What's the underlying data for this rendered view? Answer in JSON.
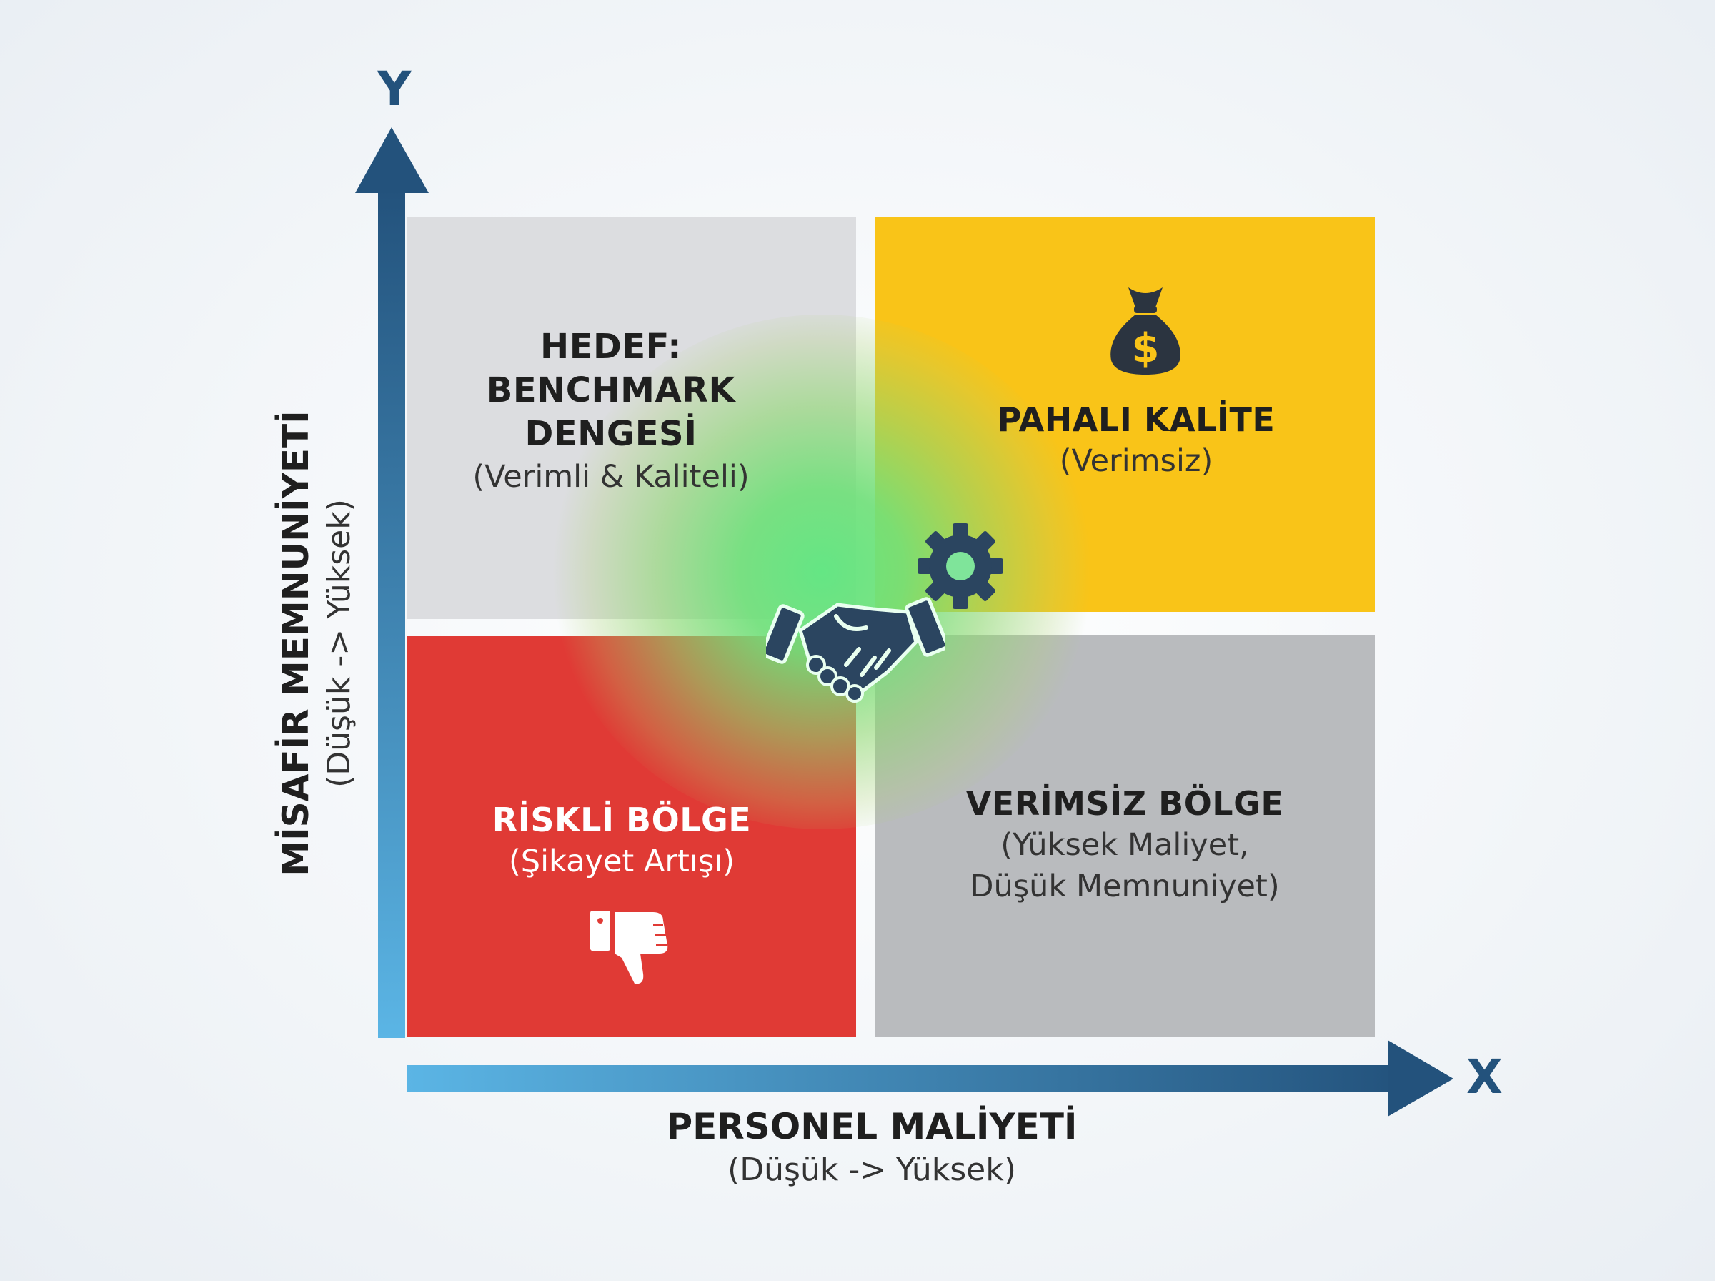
{
  "axes": {
    "y_letter": "Y",
    "x_letter": "X",
    "y_title": "MİSAFİR MEMNUNİYETİ",
    "y_subtitle": "(Düşük -> Yüksek)",
    "x_title": "PERSONEL MALİYETİ",
    "x_subtitle": "(Düşük -> Yüksek)"
  },
  "quadrants": {
    "top_left": {
      "title_line1": "HEDEF:",
      "title_line2": "BENCHMARK",
      "title_line3": "DENGESİ",
      "subtitle": "(Verimli & Kaliteli)",
      "color": "#dcdde0"
    },
    "top_right": {
      "title": "PAHALI KALİTE",
      "subtitle": "(Verimsiz)",
      "color": "#f9c418"
    },
    "bottom_left": {
      "title": "RİSKLİ BÖLGE",
      "subtitle": "(Şikayet Artışı)",
      "color": "#e03a35"
    },
    "bottom_right": {
      "title": "VERİMSİZ BÖLGE",
      "subtitle_line1": "(Yüksek Maliyet,",
      "subtitle_line2": "Düşük Memnuniyet)",
      "color": "#b9bbbe"
    }
  },
  "icons": {
    "top_right": "money-bag-icon",
    "center": [
      "handshake-icon",
      "gear-icon"
    ],
    "bottom_left": "thumbs-down-icon"
  },
  "colors": {
    "axis_dark": "#23527c",
    "axis_light": "#5bb5e5",
    "glow": "#62e682",
    "icon_dark": "#2b4560"
  }
}
